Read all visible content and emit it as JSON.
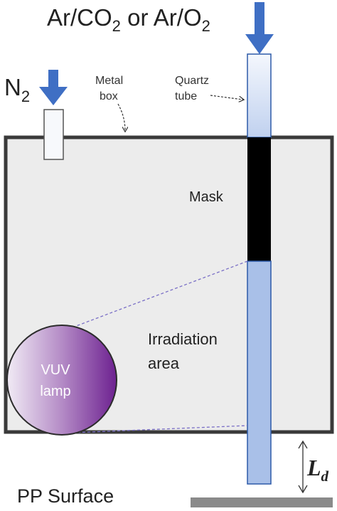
{
  "gas_top": {
    "pre": "Ar/CO",
    "sub1": "2",
    "mid": " or Ar/O",
    "sub2": "2"
  },
  "gas_left": {
    "main": "N",
    "sub": "2"
  },
  "labels": {
    "metal_box": [
      "Metal",
      "box"
    ],
    "quartz_tube": [
      "Quartz",
      "tube"
    ],
    "mask": "Mask",
    "irradiation_area": [
      "Irradiation",
      "area"
    ],
    "vuv_lamp": [
      "VUV",
      "lamp"
    ],
    "pp_surface": "PP Surface",
    "distance": {
      "main": "L",
      "sub": "d"
    }
  },
  "colors": {
    "flow_arrow": "#3f6fc4",
    "box_fill": "#ececec",
    "box_stroke": "#3a3a3a",
    "tube_fill": "#a9c0e8",
    "tube_stroke": "#2d5aa8",
    "mask": "#000000",
    "lamp_light": "#ece4f1",
    "lamp_dark": "#7a2c96",
    "surface": "#8a8a8a"
  }
}
